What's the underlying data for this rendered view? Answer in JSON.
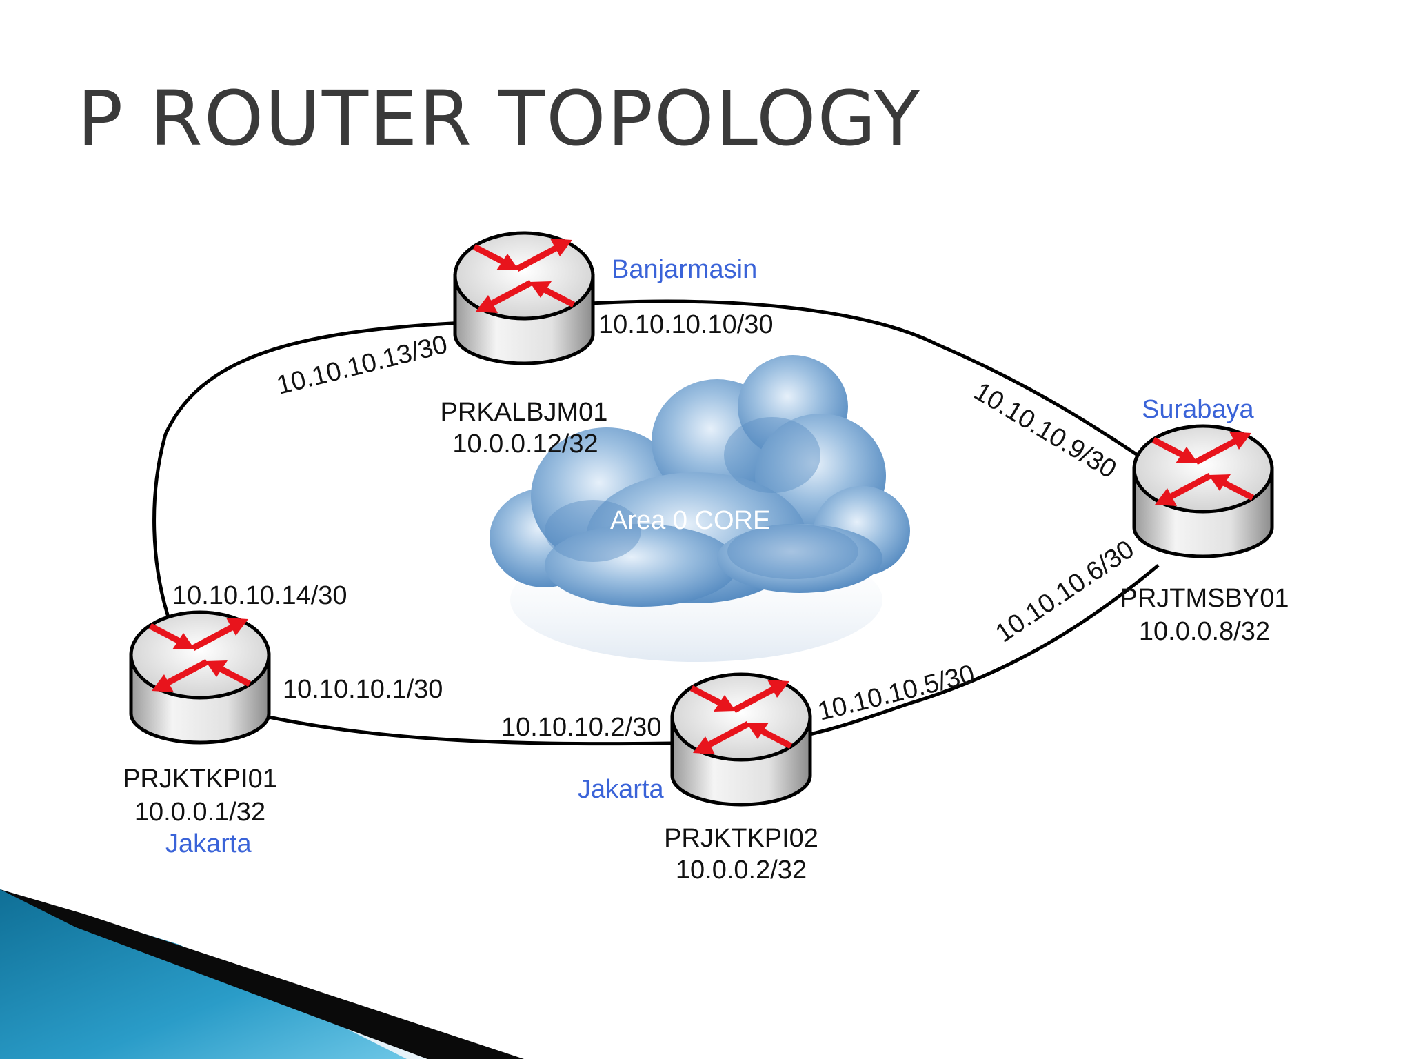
{
  "title": "P ROUTER TOPOLOGY",
  "cloud": {
    "label": "Area 0 CORE"
  },
  "routers": [
    {
      "id": "prkalbjm01",
      "name": "PRKALBJM01",
      "loopback": "10.0.0.12/32",
      "city": "Banjarmasin"
    },
    {
      "id": "prjtmsby01",
      "name": "PRJTMSBY01",
      "loopback": "10.0.0.8/32",
      "city": "Surabaya"
    },
    {
      "id": "prjktkpi01",
      "name": "PRJKTKPI01",
      "loopback": "10.0.0.1/32",
      "city": "Jakarta"
    },
    {
      "id": "prjktkpi02",
      "name": "PRJKTKPI02",
      "loopback": "10.0.0.2/32",
      "city": "Jakarta"
    }
  ],
  "links": [
    {
      "from": "prjktkpi01",
      "to": "prkalbjm01",
      "ip_a": "10.10.10.14/30",
      "ip_b": "10.10.10.13/30"
    },
    {
      "from": "prkalbjm01",
      "to": "prjtmsby01",
      "ip_a": "10.10.10.10/30",
      "ip_b": "10.10.10.9/30"
    },
    {
      "from": "prjtmsby01",
      "to": "prjktkpi02",
      "ip_a": "10.10.10.6/30",
      "ip_b": "10.10.10.5/30"
    },
    {
      "from": "prjktkpi01",
      "to": "prjktkpi02",
      "ip_a": "10.10.10.1/30",
      "ip_b": "10.10.10.2/30"
    }
  ],
  "colors": {
    "city_label": "#3a63d8",
    "arrow": "#e8141c",
    "cloud": "#6a9ccc",
    "accent_band": "#1a7fa8"
  },
  "icons": {
    "router": "router-icon",
    "cloud": "cloud-icon"
  }
}
